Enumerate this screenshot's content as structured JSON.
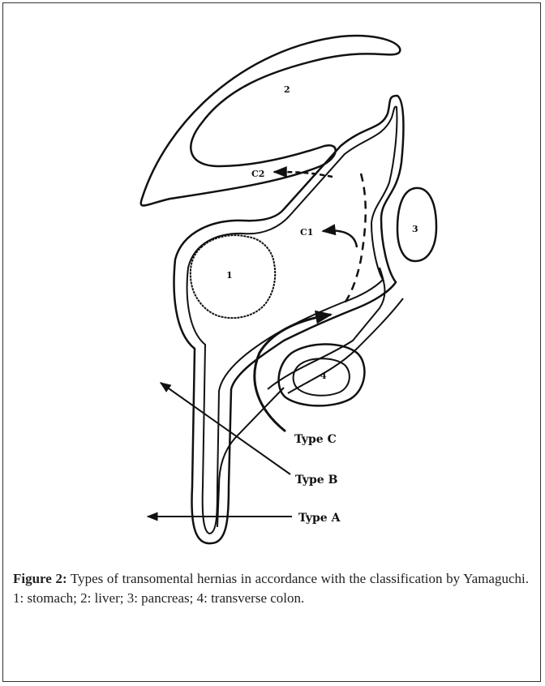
{
  "diagram": {
    "organs": [
      {
        "id": "stomach",
        "label": "1"
      },
      {
        "id": "liver",
        "label": "2"
      },
      {
        "id": "pancreas",
        "label": "3"
      },
      {
        "id": "transverse-colon",
        "label": "4"
      }
    ],
    "labels": {
      "c1": "C1",
      "c2": "C2",
      "type_a": "Type A",
      "type_b": "Type B",
      "type_c": "Type C"
    }
  },
  "caption": {
    "title": "Figure 2:",
    "text": " Types of transomental hernias in accordance with the classification by Yamaguchi. 1: stomach; 2: liver; 3: pancreas; 4: transverse colon."
  }
}
